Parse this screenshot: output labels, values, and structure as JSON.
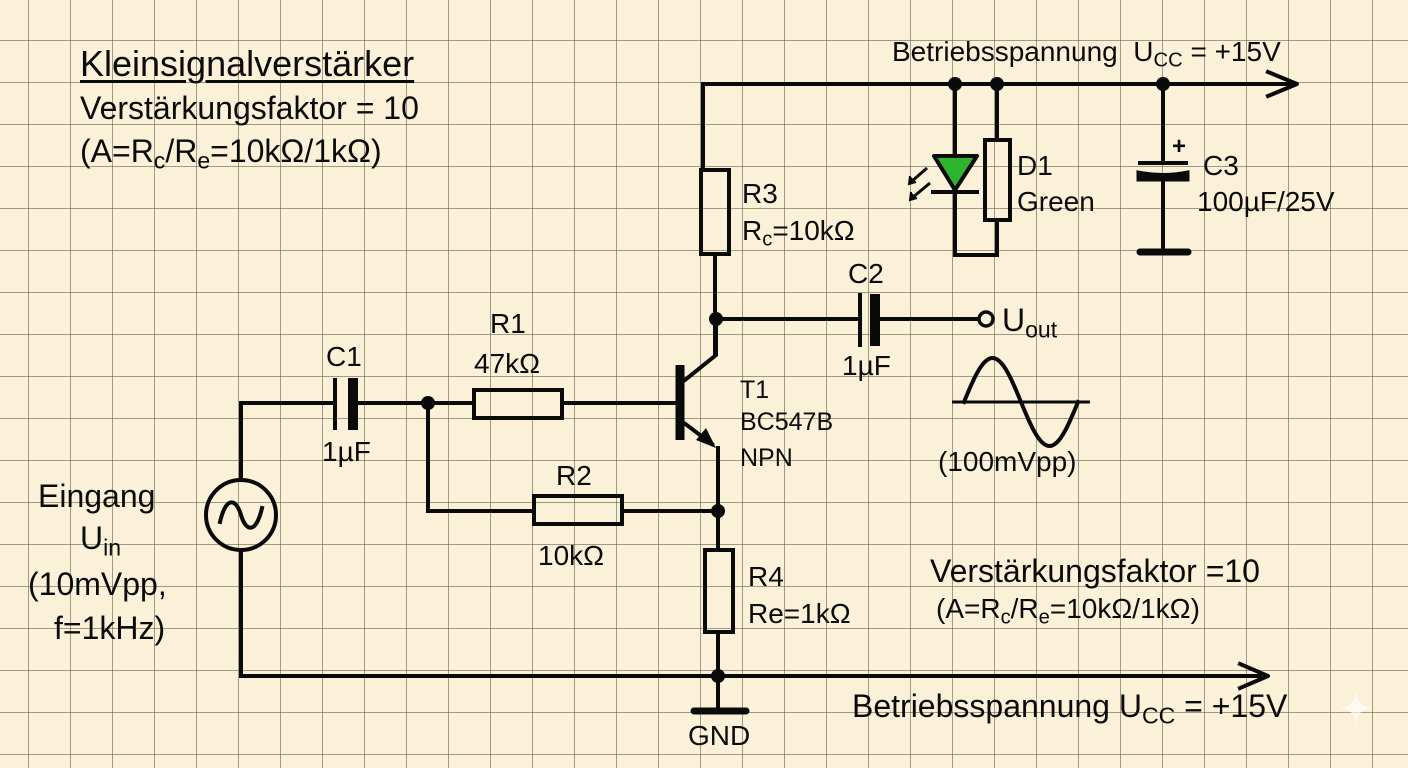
{
  "header": {
    "title": "Kleinsignalverstärker",
    "gain_line": "Verstärkungsfaktor = 10",
    "formula_prefix": "(A=R",
    "formula_sub_c": "c",
    "formula_mid": "/R",
    "formula_sub_e": "e",
    "formula_suffix": "=10kΩ/1kΩ)"
  },
  "supply_top": {
    "label": "Betriebsspannung",
    "symbol": "U",
    "symbol_sub": "CC",
    "value": "= +15V"
  },
  "supply_bottom": {
    "label": "Betriebsspannung",
    "symbol": "U",
    "symbol_sub": "CC",
    "value": "= +15V"
  },
  "components": {
    "R1": {
      "name": "R1",
      "value": "47kΩ"
    },
    "R2": {
      "name": "R2",
      "value": "10kΩ"
    },
    "R3": {
      "name": "R3",
      "value_prefix": "R",
      "value_sub": "c",
      "value_suffix": "=10kΩ"
    },
    "R4": {
      "name": "R4",
      "value": "Re=1kΩ"
    },
    "C1": {
      "name": "C1",
      "value": "1µF"
    },
    "C2": {
      "name": "C2",
      "value": "1µF"
    },
    "C3": {
      "name": "C3",
      "value": "100µF/25V",
      "polarity": "+"
    },
    "D1": {
      "name": "D1",
      "value": "Green",
      "color": "#2db52d"
    },
    "T1": {
      "name": "T1",
      "part": "BC547B",
      "type": "NPN"
    }
  },
  "input": {
    "label": "Eingang",
    "symbol": "U",
    "symbol_sub": "in",
    "amplitude": "(10mVpp,",
    "frequency": "f=1kHz)"
  },
  "output": {
    "symbol": "U",
    "symbol_sub": "out",
    "amplitude": "(100mVpp)"
  },
  "gain_note": {
    "line1": "Verstärkungsfaktor =10",
    "formula_prefix": "(A=R",
    "formula_sub_c": "c",
    "formula_mid": "/R",
    "formula_sub_e": "e",
    "formula_suffix": "=10kΩ/1kΩ)"
  },
  "ground": {
    "label": "GND"
  },
  "colors": {
    "paper": "#fbf1d9",
    "ink": "#0a0a0a",
    "led": "#2db52d",
    "grid": "#5a503c"
  }
}
